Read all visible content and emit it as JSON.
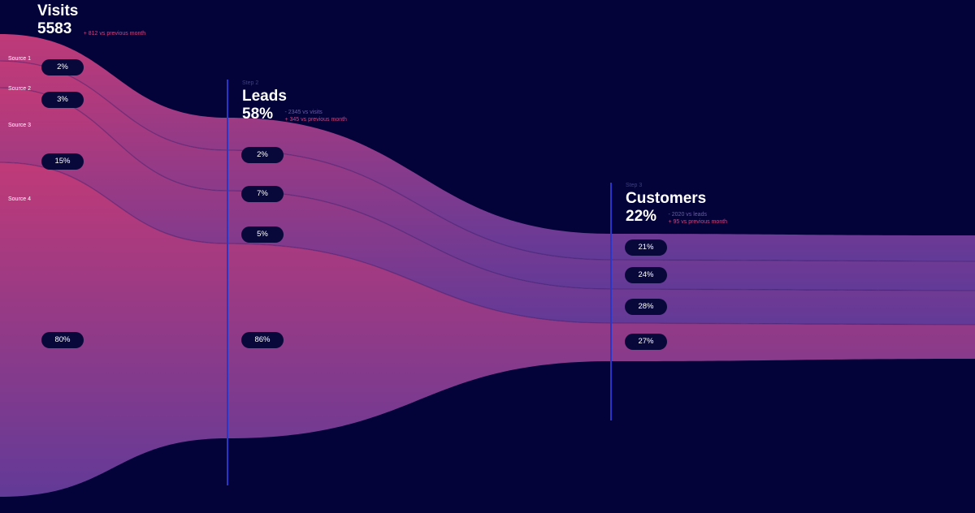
{
  "chart_data": {
    "type": "sankey",
    "stages": [
      {
        "title": "Visits",
        "step": "",
        "value": "5583",
        "notes": [
          {
            "text": "+ 812 vs previous month",
            "tone": "accent"
          }
        ],
        "segment_labels": [
          "Source 1",
          "Source 2",
          "Source 3",
          "Source 4"
        ],
        "segment_percents": [
          "2%",
          "3%",
          "15%",
          "80%"
        ]
      },
      {
        "title": "Leads",
        "step": "Step 2",
        "value": "58%",
        "notes": [
          {
            "text": "- 2345 vs visits",
            "tone": "muted"
          },
          {
            "text": "+ 345 vs previous month",
            "tone": "accent"
          }
        ],
        "segment_labels": [],
        "segment_percents": [
          "2%",
          "7%",
          "5%",
          "86%"
        ]
      },
      {
        "title": "Customers",
        "step": "Step 3",
        "value": "22%",
        "notes": [
          {
            "text": "- 2020 vs leads",
            "tone": "muted"
          },
          {
            "text": "+ 95 vs previous month",
            "tone": "accent"
          }
        ],
        "segment_labels": [],
        "segment_percents": [
          "21%",
          "24%",
          "28%",
          "27%"
        ]
      }
    ]
  },
  "colors": {
    "background": "#03033a",
    "band_pink": "#d03f7d",
    "band_purple": "#6a3fa0",
    "divider": "#2a36c8",
    "pill": "#08083b"
  }
}
